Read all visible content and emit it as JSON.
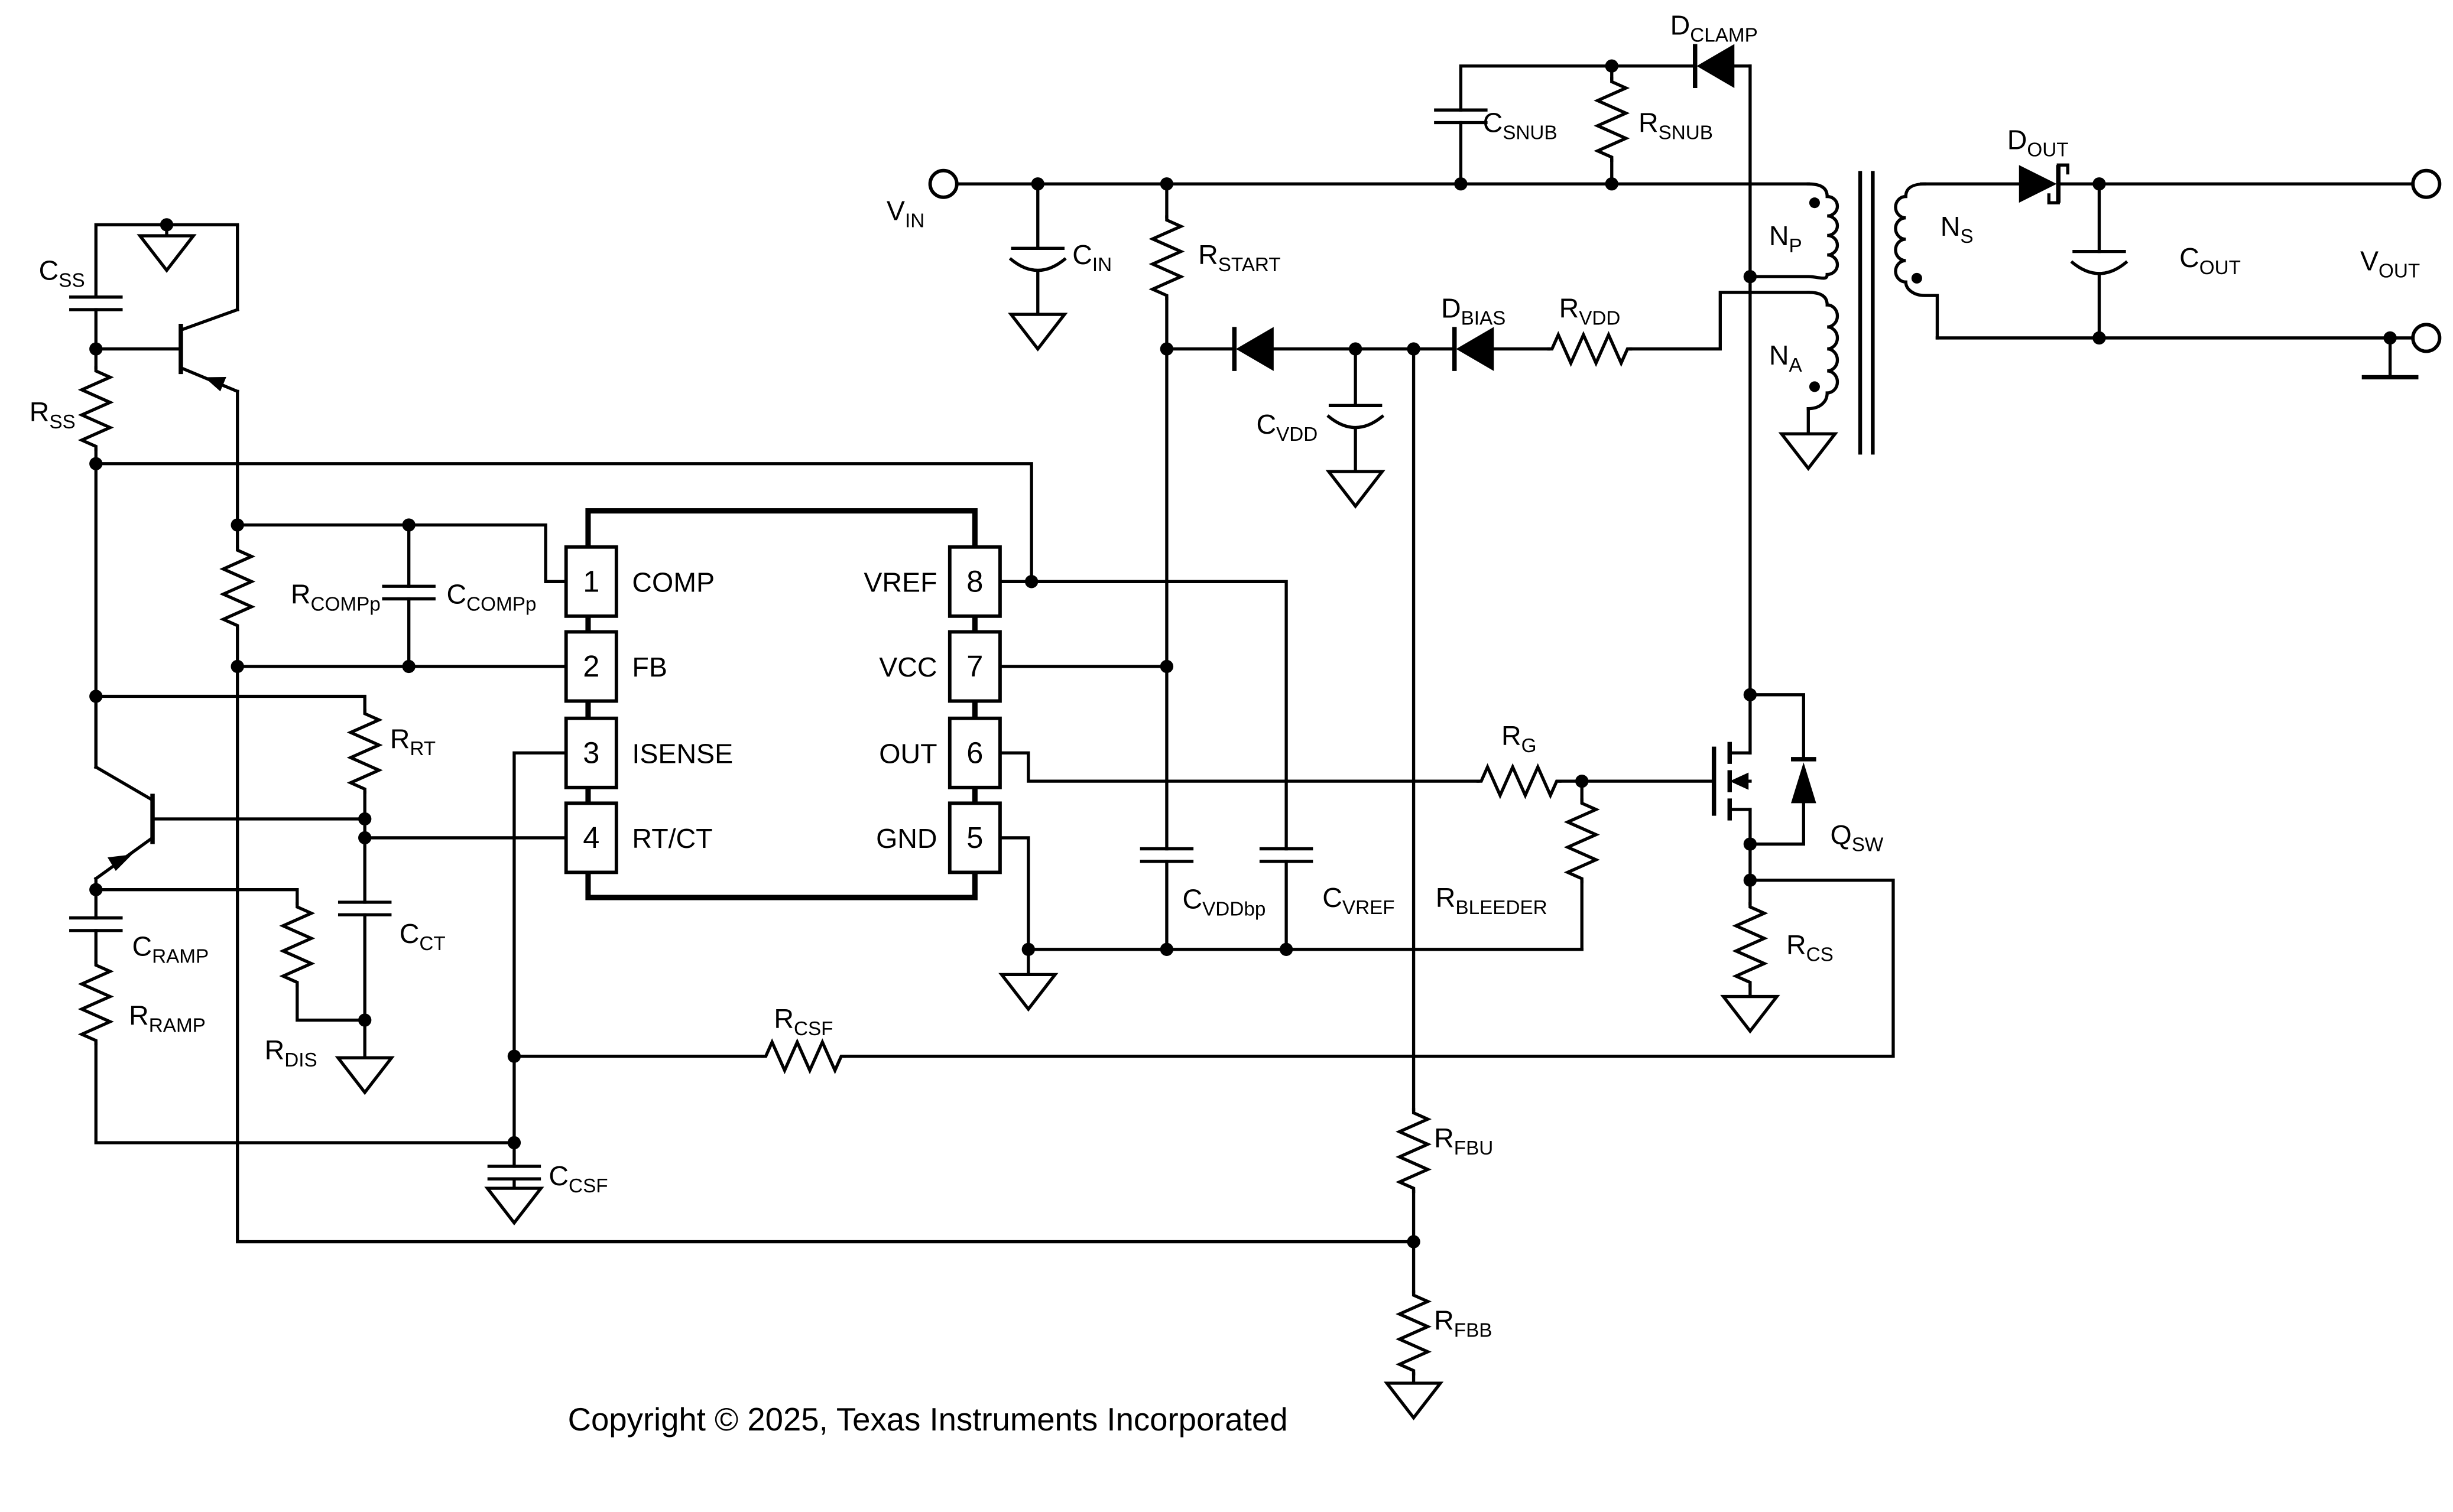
{
  "diagram_type": "circuit-schematic",
  "description": "Flyback converter application schematic with 8-pin PWM controller",
  "colors": {
    "ink": "#000000",
    "background": "#ffffff"
  },
  "copyright": "Copyright © 2025, Texas Instruments Incorporated",
  "ic": {
    "pins": [
      {
        "num": "1",
        "name": "COMP"
      },
      {
        "num": "2",
        "name": "FB"
      },
      {
        "num": "3",
        "name": "ISENSE"
      },
      {
        "num": "4",
        "name": "RT/CT"
      },
      {
        "num": "5",
        "name": "GND"
      },
      {
        "num": "6",
        "name": "OUT"
      },
      {
        "num": "7",
        "name": "VCC"
      },
      {
        "num": "8",
        "name": "VREF"
      }
    ]
  },
  "labels": {
    "css": {
      "main": "C",
      "sub": "SS"
    },
    "rss": {
      "main": "R",
      "sub": "SS"
    },
    "rcompp": {
      "main": "R",
      "sub": "COMPp"
    },
    "ccompp": {
      "main": "C",
      "sub": "COMPp"
    },
    "rrt": {
      "main": "R",
      "sub": "RT"
    },
    "cct": {
      "main": "C",
      "sub": "CT"
    },
    "rdis": {
      "main": "R",
      "sub": "DIS"
    },
    "cramp": {
      "main": "C",
      "sub": "RAMP"
    },
    "rramp": {
      "main": "R",
      "sub": "RAMP"
    },
    "rcsf": {
      "main": "R",
      "sub": "CSF"
    },
    "ccsf": {
      "main": "C",
      "sub": "CSF"
    },
    "vin": {
      "main": "V",
      "sub": "IN"
    },
    "cin": {
      "main": "C",
      "sub": "IN"
    },
    "rstart": {
      "main": "R",
      "sub": "START"
    },
    "dbias": {
      "main": "D",
      "sub": "BIAS"
    },
    "cvdd": {
      "main": "C",
      "sub": "VDD"
    },
    "rvdd": {
      "main": "R",
      "sub": "VDD"
    },
    "csnub": {
      "main": "C",
      "sub": "SNUB"
    },
    "rsnub": {
      "main": "R",
      "sub": "SNUB"
    },
    "dclamp": {
      "main": "D",
      "sub": "CLAMP"
    },
    "np": {
      "main": "N",
      "sub": "P"
    },
    "na": {
      "main": "N",
      "sub": "A"
    },
    "ns": {
      "main": "N",
      "sub": "S"
    },
    "dout": {
      "main": "D",
      "sub": "OUT"
    },
    "cout": {
      "main": "C",
      "sub": "OUT"
    },
    "vout": {
      "main": "V",
      "sub": "OUT"
    },
    "rg": {
      "main": "R",
      "sub": "G"
    },
    "qsw": {
      "main": "Q",
      "sub": "SW"
    },
    "rcs": {
      "main": "R",
      "sub": "CS"
    },
    "rbleeder": {
      "main": "R",
      "sub": "BLEEDER"
    },
    "cvddbp": {
      "main": "C",
      "sub": "VDDbp"
    },
    "cvref": {
      "main": "C",
      "sub": "VREF"
    },
    "rfbu": {
      "main": "R",
      "sub": "FBU"
    },
    "rfbb": {
      "main": "R",
      "sub": "FBB"
    }
  }
}
